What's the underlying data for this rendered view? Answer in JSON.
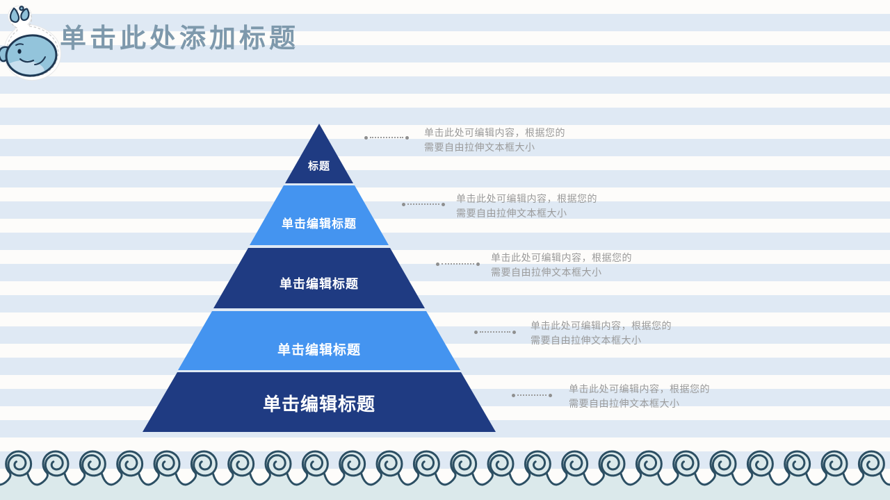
{
  "slide": {
    "title": "单击此处添加标题"
  },
  "pyramid": {
    "levels": [
      {
        "label": "标题",
        "color": "#1f3b82"
      },
      {
        "label": "单击编辑标题",
        "color": "#4494f0"
      },
      {
        "label": "单击编辑标题",
        "color": "#1f3b82"
      },
      {
        "label": "单击编辑标题",
        "color": "#4494f0"
      },
      {
        "label": "单击编辑标题",
        "color": "#1f3b82"
      }
    ]
  },
  "annotations": [
    {
      "text": "单击此处可编辑内容，根据您的需要自由拉伸文本框大小"
    },
    {
      "text": "单击此处可编辑内容，根据您的需要自由拉伸文本框大小"
    },
    {
      "text": "单击此处可编辑内容，根据您的需要自由拉伸文本框大小"
    },
    {
      "text": "单击此处可编辑内容，根据您的需要自由拉伸文本框大小"
    },
    {
      "text": "单击此处可编辑内容，根据您的需要自由拉伸文本框大小"
    }
  ],
  "icons": {
    "logo": "whale-icon",
    "leaders": "dotted-leader-line"
  },
  "colors": {
    "title_text": "#7e99ac",
    "pyramid_navy": "#1f3b82",
    "pyramid_blue": "#4494f0",
    "stripe_blue": "#dfe9f4",
    "stripe_white": "#fdfcfa",
    "wave_outline": "#2c4f63",
    "wave_fill": "#dbe9eb",
    "annotation_text": "#9a9a9a"
  }
}
